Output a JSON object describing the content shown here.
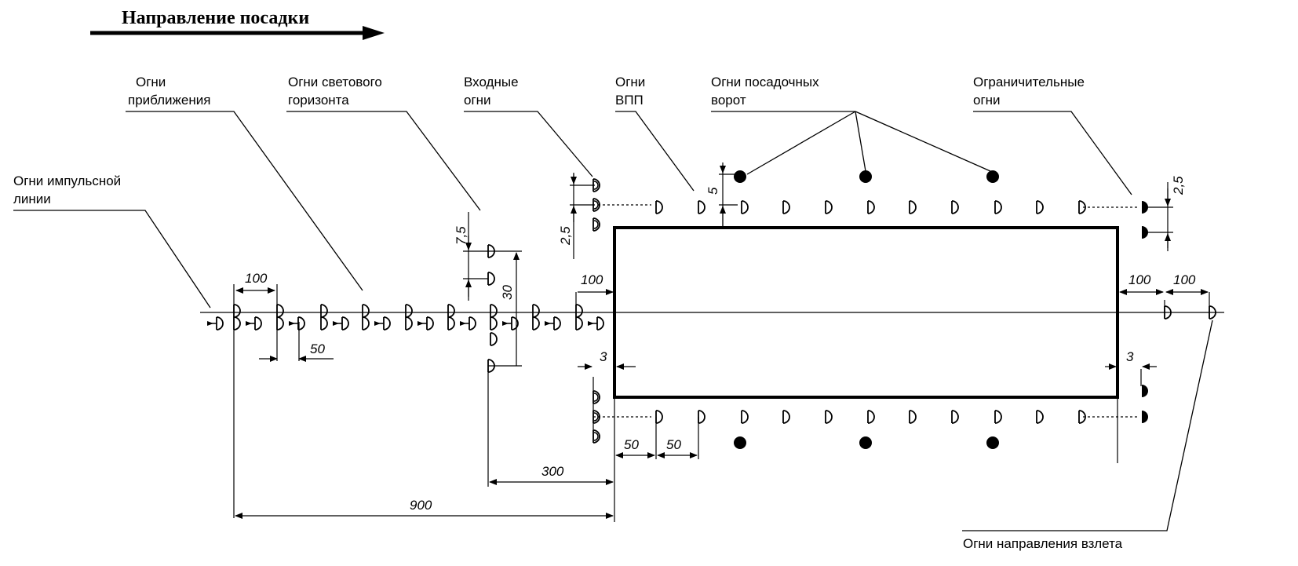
{
  "title": "Направление посадки",
  "labels": {
    "impulse": [
      "Огни импульсной",
      "линии"
    ],
    "approach": [
      "Огни",
      "приближения"
    ],
    "horizon": [
      "Огни светового",
      "горизонта"
    ],
    "threshold": [
      "Входные",
      "огни"
    ],
    "runway": [
      "Огни",
      "ВПП"
    ],
    "touchdown": [
      "Огни посадочных",
      "ворот"
    ],
    "end": [
      "Ограничительные",
      "огни"
    ],
    "takeoff": [
      "Огни направления взлета"
    ]
  },
  "dimensions": {
    "approach_spacing": "100",
    "impulse_spacing": "50",
    "horizon_offset": "7,5",
    "horizon_width": "30",
    "threshold_offset": "2,5",
    "touchdown_offset": "5",
    "end_offset": "2,5",
    "threshold_to_runway": "100",
    "runway_to_takeoff1": "100",
    "takeoff_spacing": "100",
    "edge_offset_left": "3",
    "edge_offset_right": "3",
    "runway_light_spacing_1": "50",
    "runway_light_spacing_2": "50",
    "horizon_to_threshold": "300",
    "approach_total": "900"
  },
  "colors": {
    "ink": "#000000",
    "background": "#ffffff"
  }
}
